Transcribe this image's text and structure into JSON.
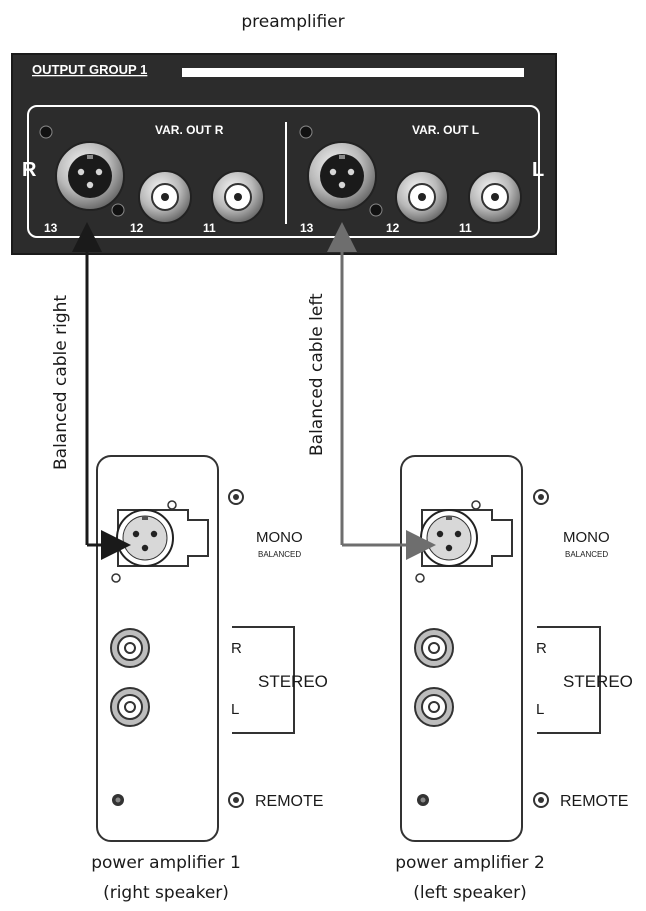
{
  "preamp": {
    "title": "preamplifier",
    "group_label": "OUTPUT GROUP 1",
    "right": {
      "side": "R",
      "label": "VAR. OUT R",
      "n13": "13",
      "n12": "12",
      "n11": "11"
    },
    "left": {
      "side": "L",
      "label": "VAR. OUT L",
      "n13": "13",
      "n12": "12",
      "n11": "11"
    }
  },
  "cables": {
    "right": "Balanced cable right",
    "left": "Balanced cable left",
    "right_color": "#1a1a1a",
    "left_color": "#6e6e6e"
  },
  "amp1": {
    "mono": "MONO",
    "balanced": "BALANCED",
    "r": "R",
    "stereo": "STEREO",
    "l": "L",
    "remote": "REMOTE",
    "caption_line1": "power amplifier 1",
    "caption_line2": "(right speaker)"
  },
  "amp2": {
    "mono": "MONO",
    "balanced": "BALANCED",
    "r": "R",
    "stereo": "STEREO",
    "l": "L",
    "remote": "REMOTE",
    "caption_line1": "power amplifier 2",
    "caption_line2": "(left speaker)"
  }
}
